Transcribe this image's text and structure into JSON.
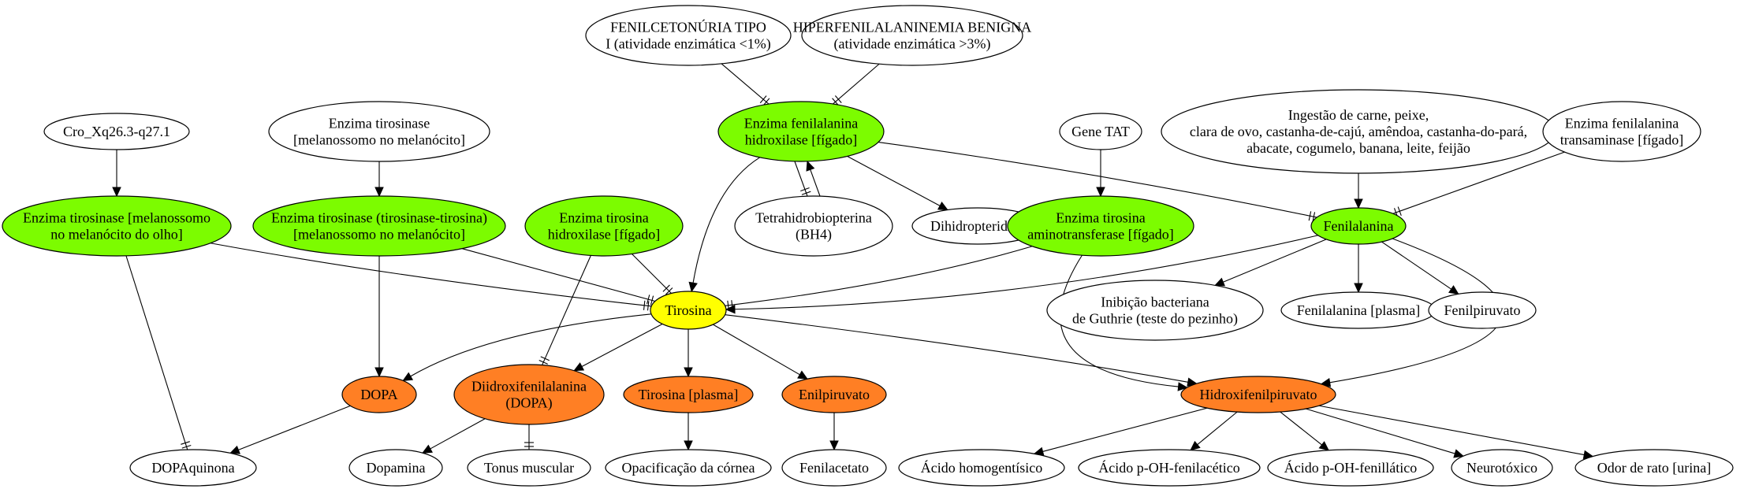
{
  "colors": {
    "green": "#7cfc00",
    "yellow": "#ffff00",
    "orange": "#ff7f24",
    "white": "#ffffff"
  },
  "nodes": [
    {
      "id": "fenilcetonuria",
      "lines": [
        "FENILCETONÚRIA TIPO",
        "I (atividade enzimática <1%)"
      ],
      "color": "white"
    },
    {
      "id": "hiperfenil",
      "lines": [
        "HIPERFENILALANINEMIA BENIGNA",
        "(atividade enzimática >3%)"
      ],
      "color": "white"
    },
    {
      "id": "cro",
      "lines": [
        "Cro_Xq26.3-q27.1"
      ],
      "color": "white"
    },
    {
      "id": "enz-tirosinase-mel",
      "lines": [
        "Enzima tirosinase",
        "[melanossomo no melanócito]"
      ],
      "color": "white"
    },
    {
      "id": "enz-fenilalanina-hidroxilase",
      "lines": [
        "Enzima fenilalanina",
        "hidroxilase [fígado]"
      ],
      "color": "green"
    },
    {
      "id": "gene-tat",
      "lines": [
        "Gene TAT"
      ],
      "color": "white"
    },
    {
      "id": "ingestao",
      "lines": [
        "Ingestão de carne, peixe,",
        "clara de ovo, castanha-de-cajú, amêndoa, castanha-do-pará,",
        "abacate, cogumelo, banana, leite, feijão"
      ],
      "color": "white"
    },
    {
      "id": "enz-fenil-transaminase",
      "lines": [
        "Enzima fenilalanina",
        "transaminase [fígado]"
      ],
      "color": "white"
    },
    {
      "id": "enz-tirosinase-olho",
      "lines": [
        "Enzima tirosinase [melanossomo",
        "no melanócito do olho]"
      ],
      "color": "green"
    },
    {
      "id": "enz-tirosinase-tt",
      "lines": [
        "Enzima tirosinase (tirosinase-tirosina)",
        "[melanossomo no melanócito]"
      ],
      "color": "green"
    },
    {
      "id": "enz-tirosina-hidroxilase",
      "lines": [
        "Enzima tirosina",
        "hidroxilase [fígado]"
      ],
      "color": "green"
    },
    {
      "id": "bh4",
      "lines": [
        "Tetrahidrobiopterina",
        "(BH4)"
      ],
      "color": "white"
    },
    {
      "id": "dihidropteridina",
      "lines": [
        "Dihidropteridina"
      ],
      "color": "white"
    },
    {
      "id": "enz-tirosina-aminotransferase",
      "lines": [
        "Enzima tirosina",
        "aminotransferase [fígado]"
      ],
      "color": "green"
    },
    {
      "id": "fenilalanina",
      "lines": [
        "Fenilalanina"
      ],
      "color": "green"
    },
    {
      "id": "tirosina",
      "lines": [
        "Tirosina"
      ],
      "color": "yellow"
    },
    {
      "id": "inibicao",
      "lines": [
        "Inibição bacteriana",
        "de Guthrie (teste do pezinho)"
      ],
      "color": "white"
    },
    {
      "id": "fenilalanina-plasma",
      "lines": [
        "Fenilalanina [plasma]"
      ],
      "color": "white"
    },
    {
      "id": "fenilpiruvato",
      "lines": [
        "Fenilpiruvato"
      ],
      "color": "white"
    },
    {
      "id": "dopa",
      "lines": [
        "DOPA"
      ],
      "color": "orange"
    },
    {
      "id": "diidroxifenilalanina",
      "lines": [
        "Diidroxifenilalanina",
        "(DOPA)"
      ],
      "color": "orange"
    },
    {
      "id": "tirosina-plasma",
      "lines": [
        "Tirosina [plasma]"
      ],
      "color": "orange"
    },
    {
      "id": "enilpiruvato",
      "lines": [
        "Enilpiruvato"
      ],
      "color": "orange"
    },
    {
      "id": "hidroxifenilpiruvato",
      "lines": [
        "Hidroxifenilpiruvato"
      ],
      "color": "orange"
    },
    {
      "id": "dopaquinona",
      "lines": [
        "DOPAquinona"
      ],
      "color": "white"
    },
    {
      "id": "dopamina",
      "lines": [
        "Dopamina"
      ],
      "color": "white"
    },
    {
      "id": "tonus",
      "lines": [
        "Tonus muscular"
      ],
      "color": "white"
    },
    {
      "id": "opacificacao",
      "lines": [
        "Opacificação da córnea"
      ],
      "color": "white"
    },
    {
      "id": "fenilacetato",
      "lines": [
        "Fenilacetato"
      ],
      "color": "white"
    },
    {
      "id": "homogentisico",
      "lines": [
        "Ácido homogentísico"
      ],
      "color": "white"
    },
    {
      "id": "p-oh-fenilacetico",
      "lines": [
        "Ácido p-OH-fenilacético"
      ],
      "color": "white"
    },
    {
      "id": "p-oh-fenillatico",
      "lines": [
        "Ácido p-OH-fenillático"
      ],
      "color": "white"
    },
    {
      "id": "neurotoxico",
      "lines": [
        "Neurotóxico"
      ],
      "color": "white"
    },
    {
      "id": "odor",
      "lines": [
        "Odor de rato [urina]"
      ],
      "color": "white"
    }
  ],
  "edges": [
    {
      "from": "fenilcetonuria",
      "to": "enz-fenilalanina-hidroxilase",
      "head": "tee"
    },
    {
      "from": "hiperfenil",
      "to": "enz-fenilalanina-hidroxilase",
      "head": "tee"
    },
    {
      "from": "cro",
      "to": "enz-tirosinase-olho",
      "head": "arrow"
    },
    {
      "from": "enz-tirosinase-mel",
      "to": "enz-tirosinase-tt",
      "head": "arrow"
    },
    {
      "from": "enz-fenilalanina-hidroxilase",
      "to": "bh4",
      "head": "tee"
    },
    {
      "from": "bh4",
      "to": "enz-fenilalanina-hidroxilase",
      "head": "arrow"
    },
    {
      "from": "enz-fenilalanina-hidroxilase",
      "to": "dihidropteridina",
      "head": "arrow"
    },
    {
      "from": "enz-fenilalanina-hidroxilase",
      "to": "tirosina",
      "head": "arrow"
    },
    {
      "from": "enz-fenilalanina-hidroxilase",
      "to": "fenilalanina",
      "head": "tee"
    },
    {
      "from": "gene-tat",
      "to": "enz-tirosina-aminotransferase",
      "head": "arrow"
    },
    {
      "from": "ingestao",
      "to": "fenilalanina",
      "head": "arrow"
    },
    {
      "from": "enz-fenil-transaminase",
      "to": "fenilalanina",
      "head": "tee"
    },
    {
      "from": "enz-tirosinase-olho",
      "to": "tirosina",
      "head": "tee"
    },
    {
      "from": "enz-tirosinase-olho",
      "to": "dopaquinona",
      "head": "tee"
    },
    {
      "from": "enz-tirosinase-tt",
      "to": "tirosina",
      "head": "tee"
    },
    {
      "from": "enz-tirosinase-tt",
      "to": "dopa",
      "head": "arrow"
    },
    {
      "from": "enz-tirosina-hidroxilase",
      "to": "tirosina",
      "head": "tee"
    },
    {
      "from": "enz-tirosina-hidroxilase",
      "to": "diidroxifenilalanina",
      "head": "tee"
    },
    {
      "from": "enz-tirosina-aminotransferase",
      "to": "tirosina",
      "head": "tee"
    },
    {
      "from": "enz-tirosina-aminotransferase",
      "to": "hidroxifenilpiruvato",
      "head": "arrow"
    },
    {
      "from": "fenilalanina",
      "to": "tirosina",
      "head": "arrow"
    },
    {
      "from": "fenilalanina",
      "to": "inibicao",
      "head": "arrow"
    },
    {
      "from": "fenilalanina",
      "to": "fenilalanina-plasma",
      "head": "arrow"
    },
    {
      "from": "fenilalanina",
      "to": "fenilpiruvato",
      "head": "arrow"
    },
    {
      "from": "fenilalanina",
      "to": "hidroxifenilpiruvato",
      "head": "arrow"
    },
    {
      "from": "tirosina",
      "to": "dopa",
      "head": "arrow"
    },
    {
      "from": "tirosina",
      "to": "diidroxifenilalanina",
      "head": "arrow"
    },
    {
      "from": "tirosina",
      "to": "tirosina-plasma",
      "head": "arrow"
    },
    {
      "from": "tirosina",
      "to": "enilpiruvato",
      "head": "arrow"
    },
    {
      "from": "tirosina",
      "to": "hidroxifenilpiruvato",
      "head": "arrow"
    },
    {
      "from": "dopa",
      "to": "dopaquinona",
      "head": "arrow"
    },
    {
      "from": "diidroxifenilalanina",
      "to": "dopamina",
      "head": "arrow"
    },
    {
      "from": "diidroxifenilalanina",
      "to": "tonus",
      "head": "tee"
    },
    {
      "from": "tirosina-plasma",
      "to": "opacificacao",
      "head": "arrow"
    },
    {
      "from": "enilpiruvato",
      "to": "fenilacetato",
      "head": "arrow"
    },
    {
      "from": "hidroxifenilpiruvato",
      "to": "homogentisico",
      "head": "arrow"
    },
    {
      "from": "hidroxifenilpiruvato",
      "to": "p-oh-fenilacetico",
      "head": "arrow"
    },
    {
      "from": "hidroxifenilpiruvato",
      "to": "p-oh-fenillatico",
      "head": "arrow"
    },
    {
      "from": "hidroxifenilpiruvato",
      "to": "neurotoxico",
      "head": "arrow"
    },
    {
      "from": "hidroxifenilpiruvato",
      "to": "odor",
      "head": "arrow"
    }
  ]
}
